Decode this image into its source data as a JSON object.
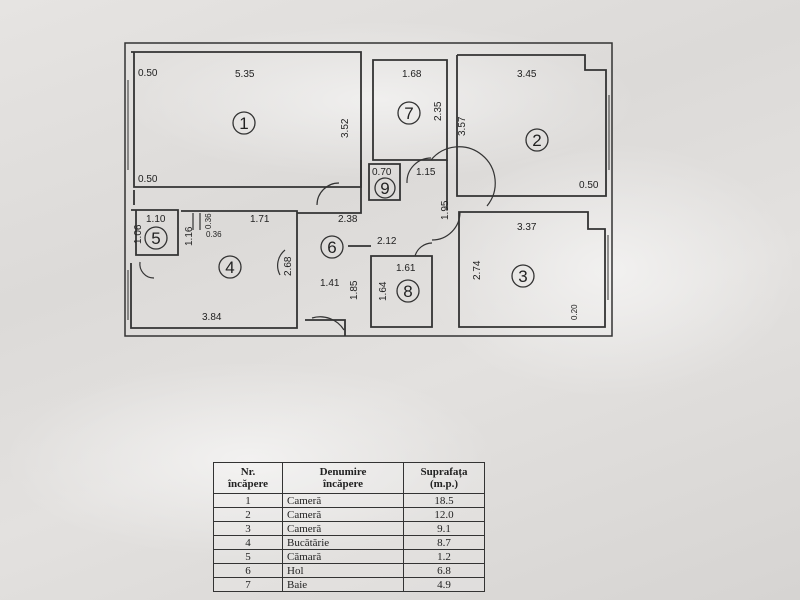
{
  "rooms": {
    "r1": "1",
    "r2": "2",
    "r3": "3",
    "r4": "4",
    "r5": "5",
    "r6": "6",
    "r7": "7",
    "r8": "8",
    "r9": "9"
  },
  "dimensions": {
    "d_0_50_a": "0.50",
    "d_5_35": "5.35",
    "d_3_52": "3.52",
    "d_0_50_b": "0.50",
    "d_1_68": "1.68",
    "d_2_35": "2.35",
    "d_3_57": "3.57",
    "d_3_45": "3.45",
    "d_0_50_c": "0.50",
    "d_0_70": "0.70",
    "d_1_15": "1.15",
    "d_1_95": "1.95",
    "d_2_38": "2.38",
    "d_1_10": "1.10",
    "d_1_06": "1.06",
    "d_1_16": "1.16",
    "d_0_36_a": "0.36",
    "d_0_36_b": "0.36",
    "d_1_71": "1.71",
    "d_2_68": "2.68",
    "d_2_12": "2.12",
    "d_1_61": "1.61",
    "d_1_41": "1.41",
    "d_1_85": "1.85",
    "d_1_64": "1.64",
    "d_3_84": "3.84",
    "d_3_37": "3.37",
    "d_2_74": "2.74",
    "d_0_20": "0.20"
  },
  "table": {
    "headers": {
      "nr_line1": "Nr.",
      "nr_line2": "încăpere",
      "name_line1": "Denumire",
      "name_line2": "încăpere",
      "area_line1": "Suprafața",
      "area_line2": "(m.p.)"
    },
    "rows": [
      {
        "nr": "1",
        "name": "Cameră",
        "area": "18.5"
      },
      {
        "nr": "2",
        "name": "Cameră",
        "area": "12.0"
      },
      {
        "nr": "3",
        "name": "Cameră",
        "area": "9.1"
      },
      {
        "nr": "4",
        "name": "Bucătărie",
        "area": "8.7"
      },
      {
        "nr": "5",
        "name": "Cămară",
        "area": "1.2"
      },
      {
        "nr": "6",
        "name": "Hol",
        "area": "6.8"
      },
      {
        "nr": "7",
        "name": "Baie",
        "area": "4.9"
      }
    ]
  }
}
